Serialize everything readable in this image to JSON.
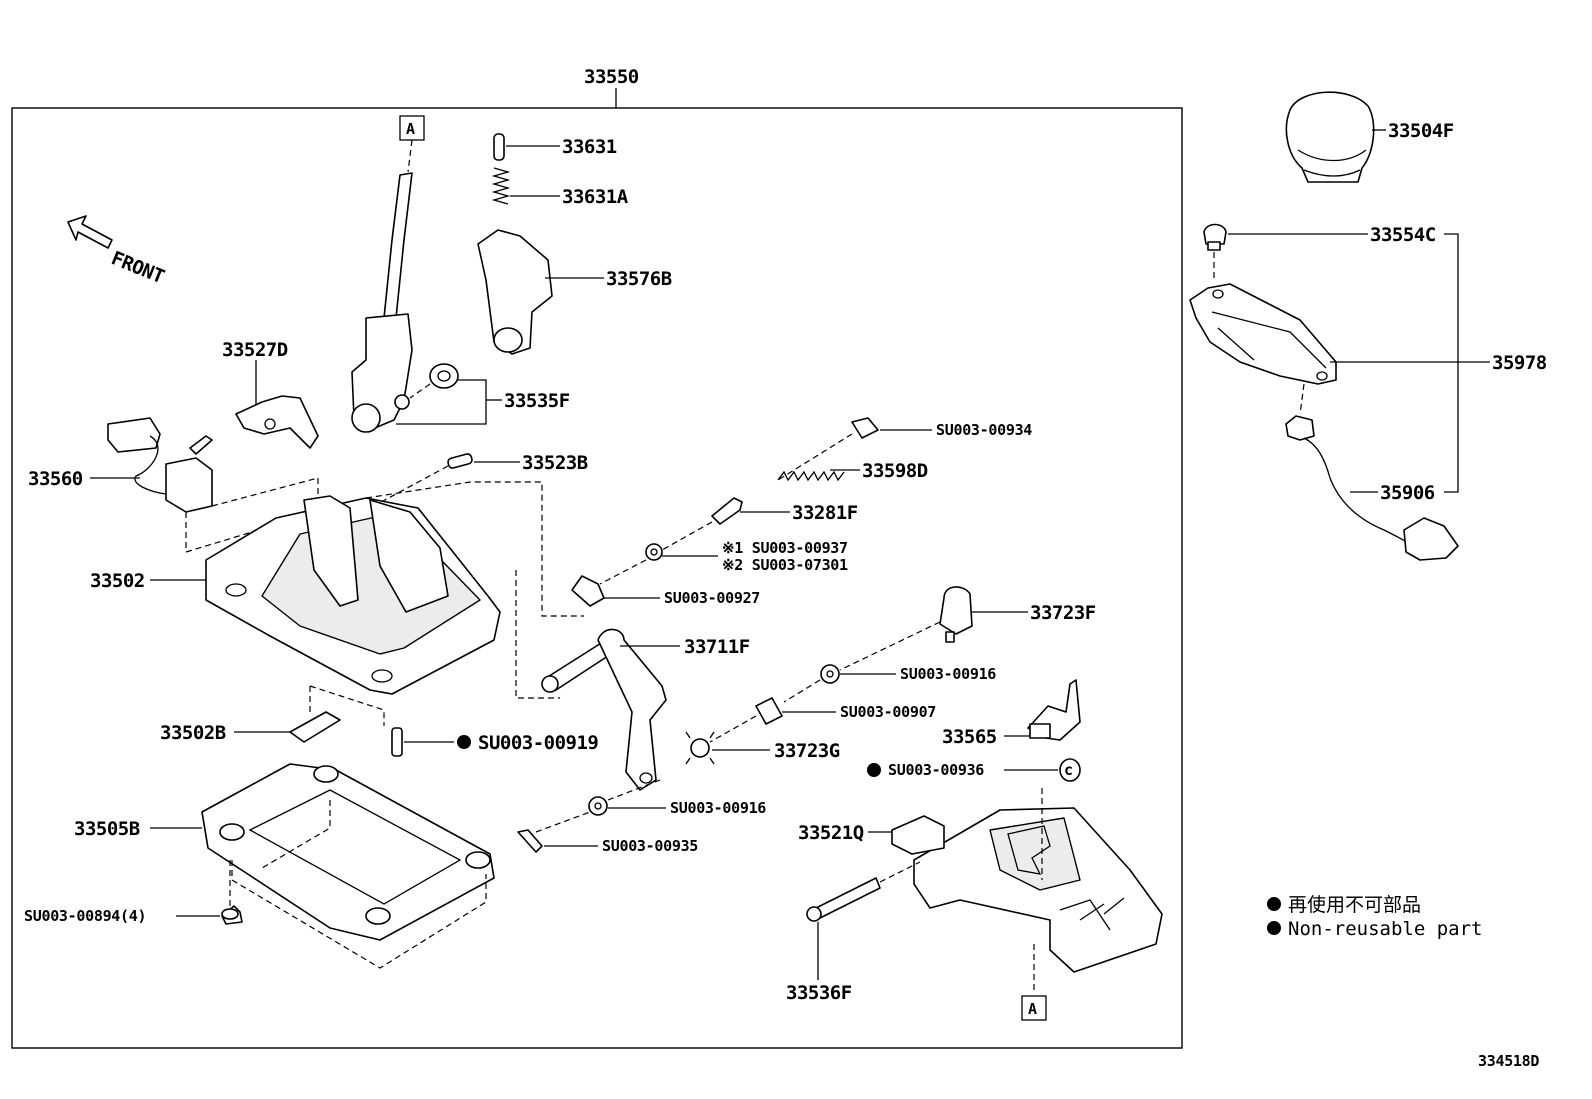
{
  "diagram": {
    "assembly_number": "33550",
    "front_label": "FRONT",
    "ref_box": "A",
    "figure_code": "334518D",
    "legend": {
      "jp": "再使用不可部品",
      "en": "Non-reusable part"
    },
    "parts": {
      "p33631": "33631",
      "p33631A": "33631A",
      "p33576B": "33576B",
      "p33535F": "33535F",
      "p33527D": "33527D",
      "p33560": "33560",
      "p33523B": "33523B",
      "p33502": "33502",
      "p33502B": "33502B",
      "p33505B": "33505B",
      "pSU00894": "SU003-00894(4)",
      "pSU00919": "SU003-00919",
      "pSU00934": "SU003-00934",
      "p33598D": "33598D",
      "p33281F": "33281F",
      "pSU00937": "※1 SU003-00937",
      "pSU07301": "※2 SU003-07301",
      "pSU00927": "SU003-00927",
      "p33711F": "33711F",
      "p33723F": "33723F",
      "pSU00916a": "SU003-00916",
      "pSU00907": "SU003-00907",
      "p33723G": "33723G",
      "p33565": "33565",
      "pSU00936": "SU003-00936",
      "pSU00916b": "SU003-00916",
      "pSU00935": "SU003-00935",
      "p33521Q": "33521Q",
      "p33536F": "33536F",
      "p33504F": "33504F",
      "p33554C": "33554C",
      "p35978": "35978",
      "p35906": "35906"
    }
  }
}
